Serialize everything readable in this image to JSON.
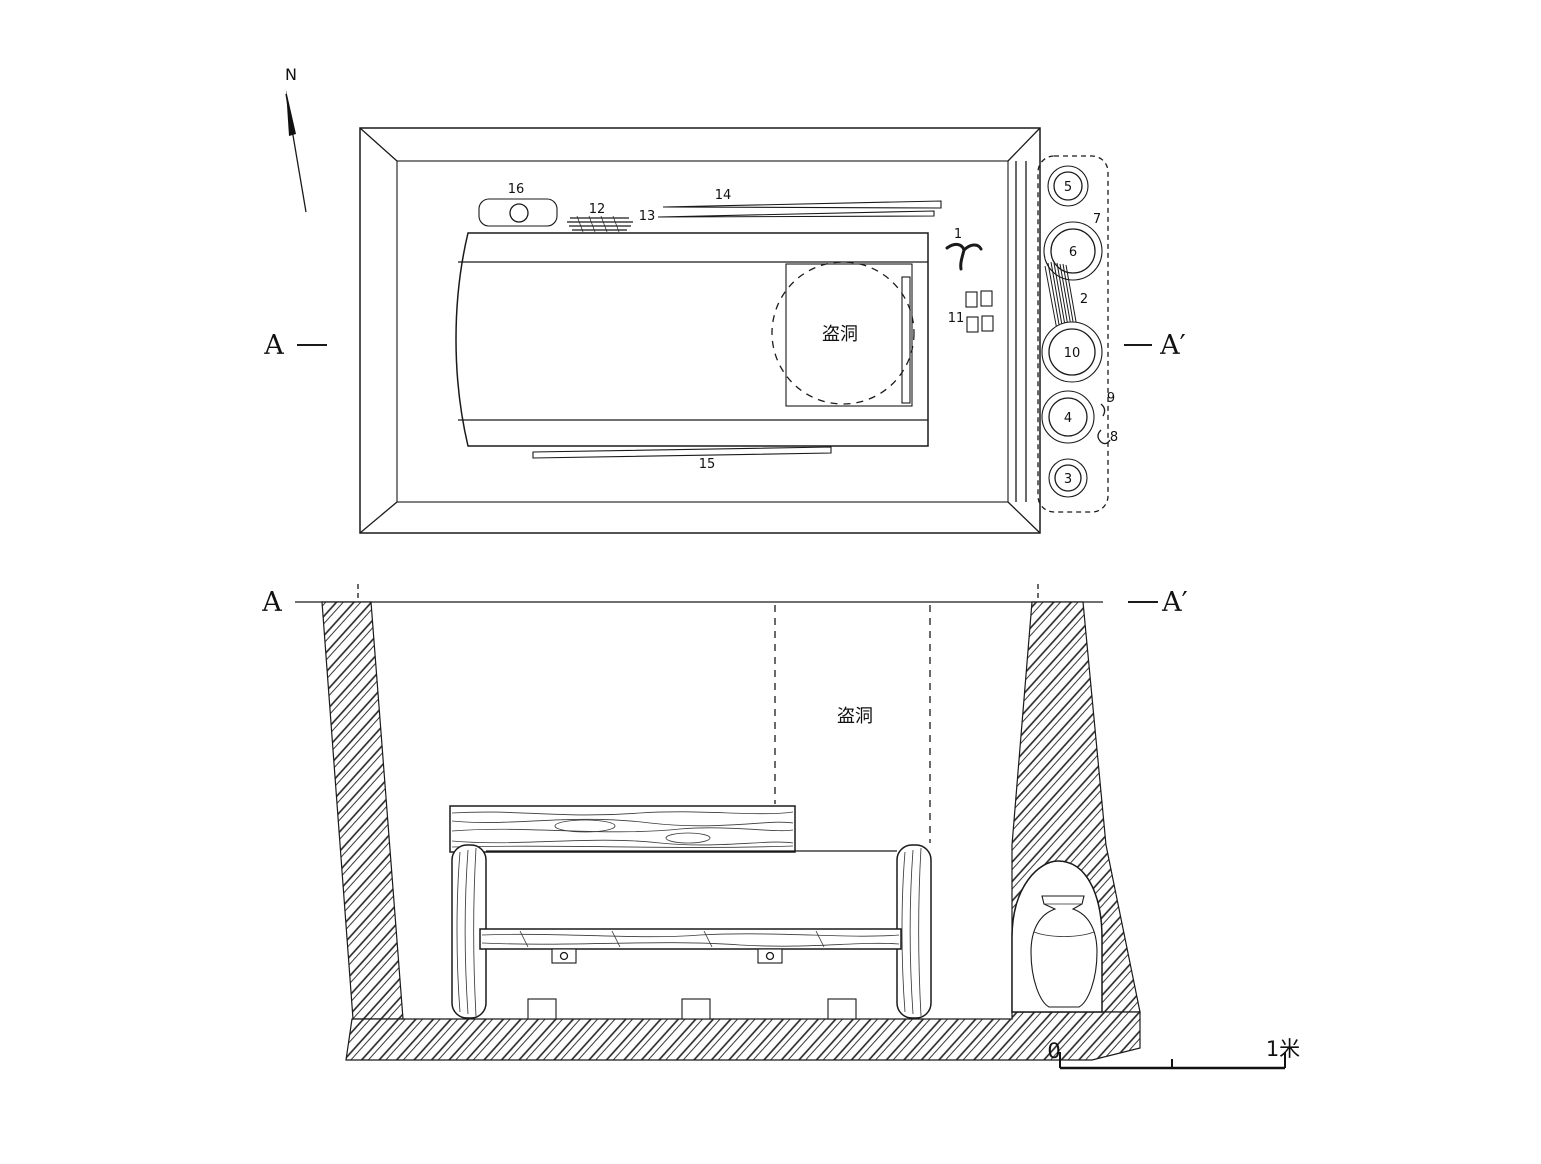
{
  "diagram": {
    "compass": "N",
    "scale_zero": "0",
    "scale_unit": "1米"
  },
  "plan": {
    "a_left": "A",
    "a_right": "A′",
    "robber_hole": "盗洞",
    "labels": {
      "n1": "1",
      "n2": "2",
      "n3": "3",
      "n4": "4",
      "n5": "5",
      "n6": "6",
      "n7": "7",
      "n8": "8",
      "n9": "9",
      "n10": "10",
      "n11": "11",
      "n12": "12",
      "n13": "13",
      "n14": "14",
      "n15": "15",
      "n16": "16"
    }
  },
  "section": {
    "a_left": "A",
    "a_right": "A′",
    "robber_hole": "盗洞"
  }
}
